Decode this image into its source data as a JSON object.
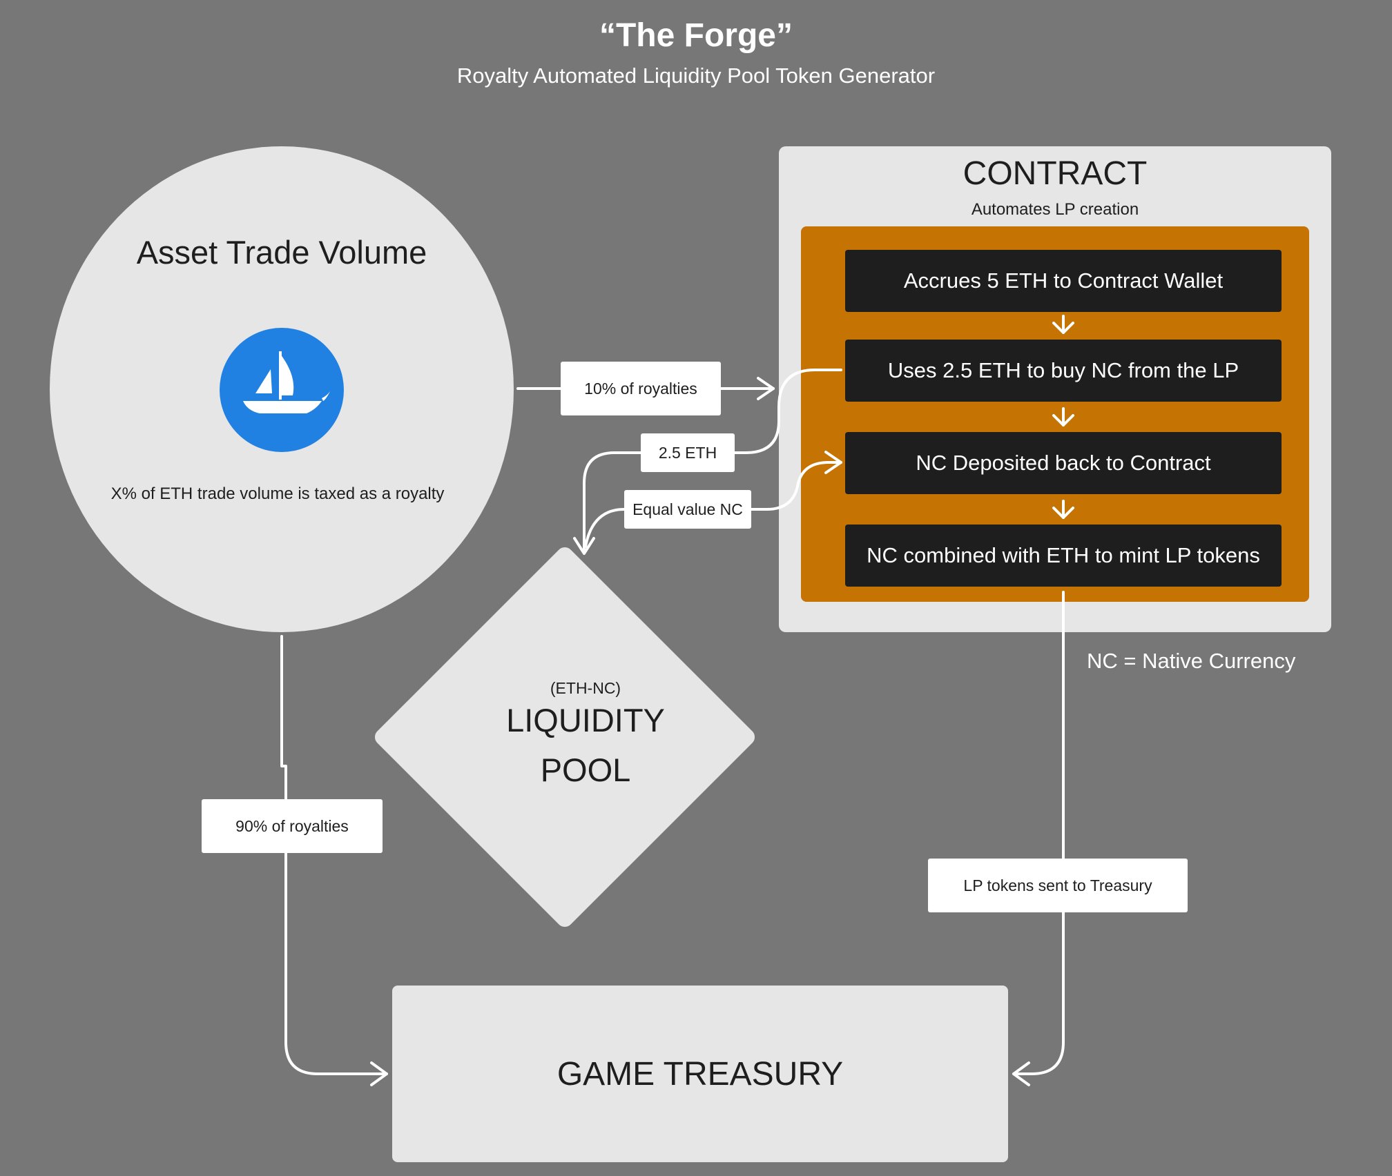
{
  "header": {
    "title": "“The Forge”",
    "subtitle": "Royalty Automated Liquidity Pool Token Generator"
  },
  "asset": {
    "title": "Asset Trade Volume",
    "caption": "X% of ETH trade volume is taxed as a royalty",
    "logo_icon": "opensea-boat-icon",
    "logo_color": "#2081e2"
  },
  "contract": {
    "title": "CONTRACT",
    "subtitle": "Automates LP creation",
    "steps": [
      "Accrues 5 ETH to Contract Wallet",
      "Uses 2.5 ETH to buy NC from the LP",
      "NC Deposited back to Contract",
      "NC combined with ETH to mint LP tokens"
    ],
    "accent_color": "#c57303"
  },
  "labels": {
    "royalties_10": "10% of royalties",
    "eth_25": "2.5 ETH",
    "equal_nc": "Equal value NC",
    "royalties_90": "90% of royalties",
    "lp_sent": "LP tokens sent to Treasury"
  },
  "pool": {
    "pair": "(ETH-NC)",
    "line1": "LIQUIDITY",
    "line2": "POOL"
  },
  "treasury": {
    "title": "GAME TREASURY"
  },
  "legend": {
    "note": "NC = Native Currency"
  }
}
